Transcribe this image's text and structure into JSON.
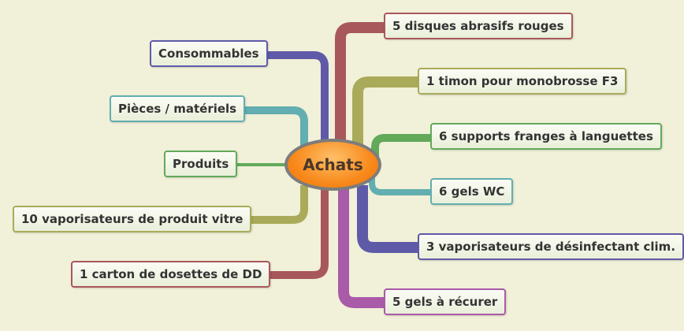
{
  "center": {
    "label": "Achats",
    "color": "#f7891d"
  },
  "branches": {
    "left": [
      {
        "label": "Consommables",
        "color": "#5f5aa8"
      },
      {
        "label": "Pièces / matériels",
        "color": "#62aeb0"
      },
      {
        "label": "Produits",
        "color": "#62a95a"
      },
      {
        "label": "10 vaporisateurs de produit vitre",
        "color": "#a9ab5a"
      },
      {
        "label": "1 carton de dosettes de DD",
        "color": "#a8585a"
      }
    ],
    "right": [
      {
        "label": "5 disques abrasifs rouges",
        "color": "#a8585a"
      },
      {
        "label": "1 timon pour monobrosse F3",
        "color": "#a9ab5a"
      },
      {
        "label": "6 supports franges à languettes",
        "color": "#62a95a"
      },
      {
        "label": "6 gels WC",
        "color": "#62aeb0"
      },
      {
        "label": "3 vaporisateurs de désinfectant clim.",
        "color": "#5f5aa8"
      },
      {
        "label": "5 gels à récurer",
        "color": "#a95aa8"
      }
    ]
  }
}
